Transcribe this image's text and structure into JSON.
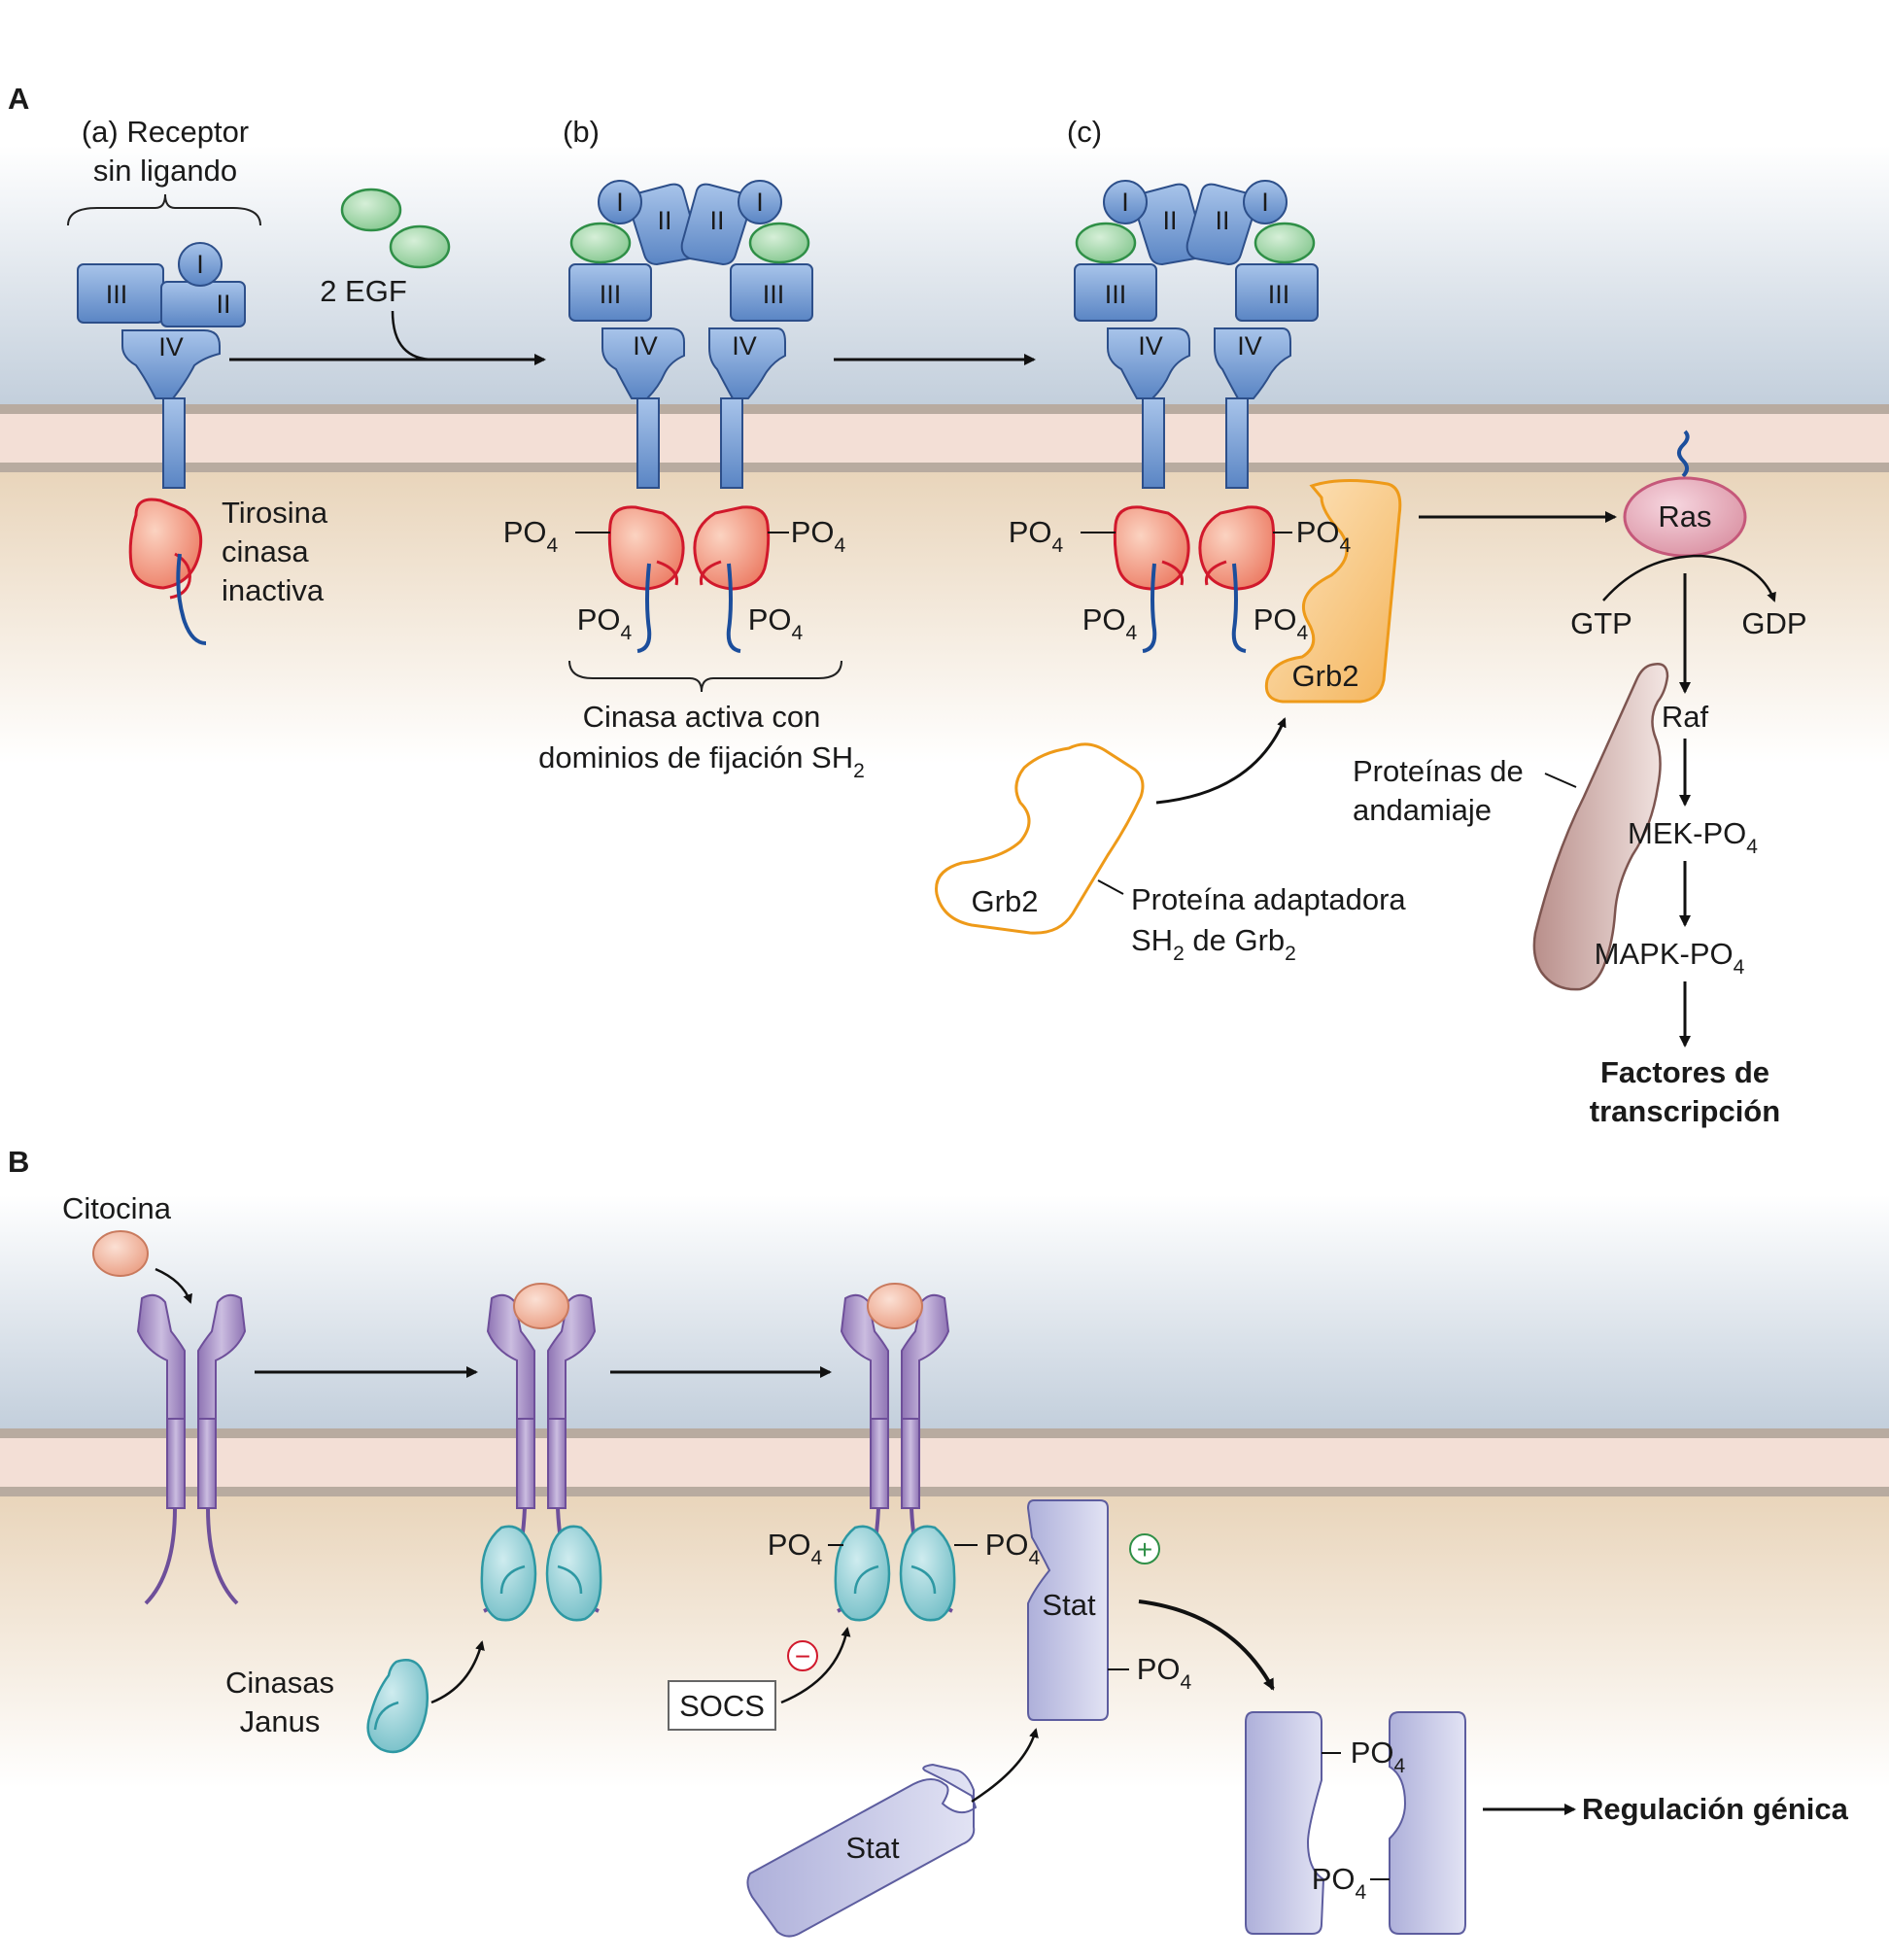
{
  "panel_a": {
    "letter": "A",
    "step_a_line1": "(a) Receptor",
    "step_a_line2": "sin ligando",
    "step_b": "(b)",
    "step_c": "(c)",
    "egf": "2 EGF",
    "tk_line1": "Tirosina",
    "tk_line2": "cinasa",
    "tk_line3": "inactiva",
    "active_line1": "Cinasa activa con",
    "active_line2": "dominios de fijación SH",
    "active_sub": "2",
    "po": "PO",
    "po_sub": "4",
    "domains": {
      "d1": "I",
      "d2": "II",
      "d3": "III",
      "d4": "IV"
    },
    "grb2": "Grb2",
    "adaptor_line1": "Proteína adaptadora",
    "adaptor_line2a": "SH",
    "adaptor_sub1": "2",
    "adaptor_line2b": " de Grb",
    "adaptor_sub2": "2",
    "ras": "Ras",
    "gtp": "GTP",
    "gdp": "GDP",
    "raf": "Raf",
    "mek": "MEK-PO",
    "mapk": "MAPK-PO",
    "scaffold_line1": "Proteínas de",
    "scaffold_line2": "andamiaje",
    "tf_line1": "Factores de",
    "tf_line2": "transcripción"
  },
  "panel_b": {
    "letter": "B",
    "cytokine": "Citocina",
    "janus_line1": "Cinasas",
    "janus_line2": "Janus",
    "socs": "SOCS",
    "stat": "Stat",
    "plus": "+",
    "minus": "−",
    "po": "PO",
    "po_sub": "4",
    "gene_reg": "Regulación génica"
  },
  "colors": {
    "extracellular_top": "#ffffff",
    "extracellular_bottom": "#c3cfdc",
    "membrane_line": "#b8aba0",
    "membrane_fill": "#f3dfd6",
    "cytoplasm": "#eddcc6",
    "receptor_blue": "#6f98d2",
    "kinase_red": "#e0182c",
    "egf_green": "#8fcc98",
    "grb2_orange": "#f1a623",
    "ras_pink": "#dc8a9d",
    "scaffold_brown": "#a07d78",
    "cytokine_receptor_purple": "#9f86bf",
    "janus_teal": "#5cb2bb",
    "cytokine_peach": "#eda588",
    "stat_lavender": "#c2c3e4"
  }
}
